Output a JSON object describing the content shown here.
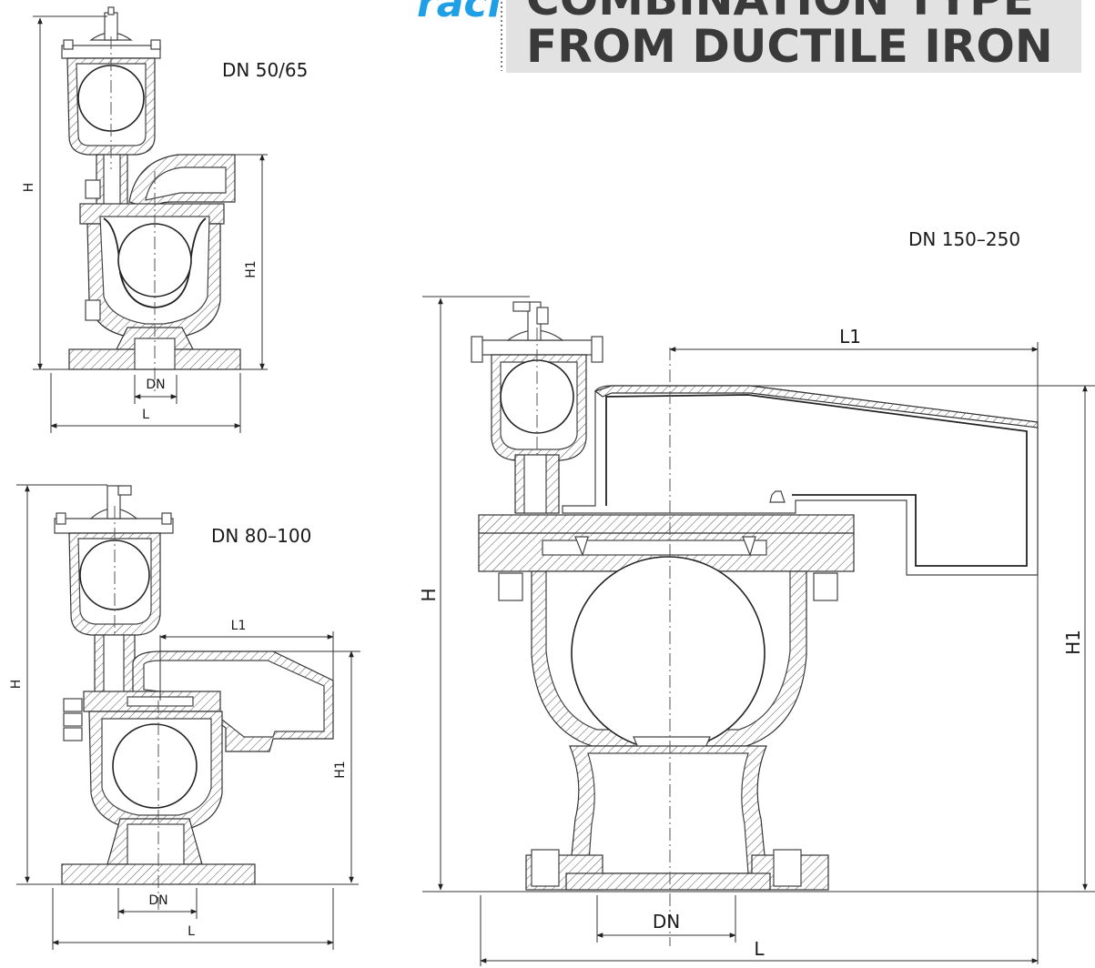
{
  "header": {
    "logo_text": "raci",
    "title_line1": "COMBINATION TYPE",
    "title_line2": "FROM DUCTILE IRON",
    "colors": {
      "logo": "#1e9fe6",
      "title_text": "#3a3a3a",
      "title_bg": "#e2e2e2"
    }
  },
  "views": {
    "small": {
      "label": "DN 50/65",
      "dims": {
        "H": "H",
        "H1": "H1",
        "DN": "DN",
        "L": "L"
      }
    },
    "medium": {
      "label": "DN 80–100",
      "dims": {
        "H": "H",
        "H1": "H1",
        "L1": "L1",
        "DN": "DN",
        "L": "L"
      }
    },
    "large": {
      "label": "DN 150–250",
      "dims": {
        "H": "H",
        "H1": "H1",
        "L1": "L1",
        "DN": "DN",
        "L": "L"
      }
    }
  }
}
